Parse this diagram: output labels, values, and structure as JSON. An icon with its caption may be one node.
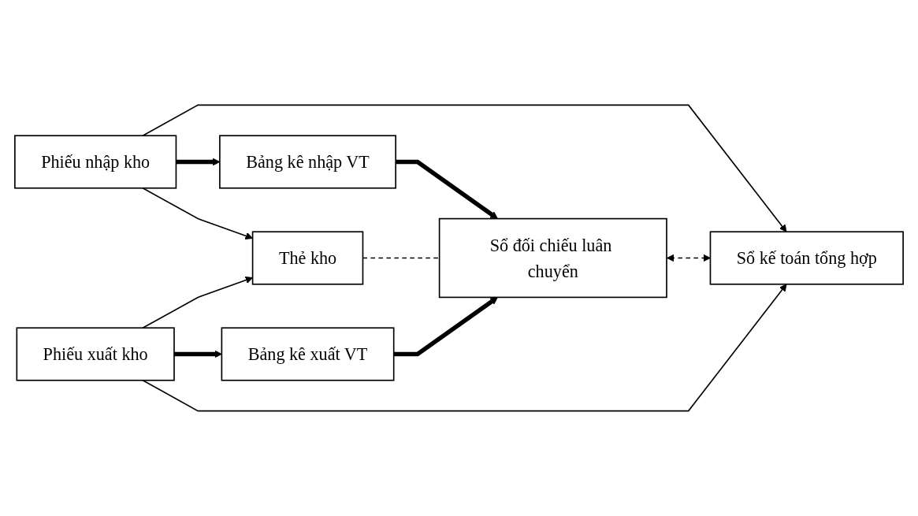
{
  "diagram": {
    "nodes": [
      {
        "text": [
          "Phiếu nhập kho"
        ]
      },
      {
        "text": [
          "Bảng kê nhập VT"
        ]
      },
      {
        "text": [
          "Thẻ kho"
        ]
      },
      {
        "text": [
          "Sổ đối chiếu luân chuyển"
        ]
      },
      {
        "text": [
          "Sổ kế toán tổng hợp"
        ]
      },
      {
        "text": [
          "Phiếu xuất kho"
        ]
      },
      {
        "text": [
          "Bảng kê xuất VT"
        ]
      }
    ],
    "edges": [
      {
        "from": 0,
        "to": 1,
        "arrow": "to",
        "style": "thick"
      },
      {
        "from": 0,
        "to": 4,
        "arrow": "to"
      },
      {
        "from": 0,
        "to": 2,
        "arrow": "to"
      },
      {
        "from": 1,
        "to": 3,
        "arrow": "to",
        "style": "thick"
      },
      {
        "from": 2,
        "to": 3,
        "arrow": "none",
        "style": "dashed"
      },
      {
        "from": 3,
        "to": 4,
        "arrow": "both",
        "style": "dashed"
      },
      {
        "from": 5,
        "to": 2,
        "arrow": "to"
      },
      {
        "from": 5,
        "to": 6,
        "arrow": "to",
        "style": "thick"
      },
      {
        "from": 6,
        "to": 3,
        "arrow": "to",
        "style": "thick"
      },
      {
        "from": 5,
        "to": 4,
        "arrow": "to"
      }
    ]
  }
}
